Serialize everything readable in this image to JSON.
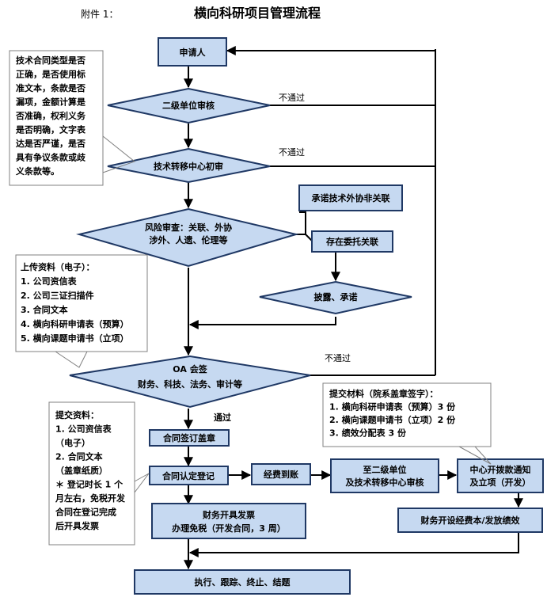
{
  "header": {
    "attachment_label": "附件 1：",
    "title": "横向科研项目管理流程"
  },
  "nodes": {
    "applicant": "申请人",
    "secondary_review": "二级单位审核",
    "transfer_initial": "技术转移中心初审",
    "risk_review_line1": "风险审查：关联、外协",
    "risk_review_line2": "涉外、人遗、伦理等",
    "promise_non_related": "承诺技术外协非关联",
    "has_related": "存在委托关联",
    "disclose_promise": "披露、承诺",
    "oa_line1": "OA 会签",
    "oa_line2": "财务、科技、法务、审计等",
    "contract_sign": "合同签订盖章",
    "contract_register": "合同认定登记",
    "funds_arrive": "经费到账",
    "to_secondary_line1": "至二级单位",
    "to_secondary_line2": "及技术转移中心审核",
    "center_notice_line1": "中心开拨款通知",
    "center_notice_line2": "及立项（开发）",
    "invoice_line1": "财务开具发票",
    "invoice_line2": "办理免税（开发合同，3 周）",
    "finance_open": "财务开设经费本/发放绩效",
    "execute": "执行、跟踪、终止、结题"
  },
  "edge_labels": {
    "reject1": "不通过",
    "reject2": "不通过",
    "reject3": "不通过",
    "pass": "通过"
  },
  "notes": {
    "contract_check": [
      "技术合同类型是否",
      "正确，是否使用标",
      "准文本，条款是否",
      "漏项，金额计算是",
      "否准确，权利义务",
      "是否明确，文字表",
      "达是否严谨，是否",
      "具有争议条款或歧",
      "义条款等。"
    ],
    "upload": [
      "上传资料（电子）：",
      "1. 公司资信表",
      "2. 公司三证扫描件",
      "3. 合同文本",
      "4. 横向科研申请表（预算）",
      "5. 横向课题申请书（立项）"
    ],
    "submit_left": [
      "提交资料：",
      "1. 公司资信表",
      "（电子）",
      "2. 合同文本",
      "（盖章纸质）",
      "＊ 登记时长 1 个",
      "月左右，免税开发",
      "合同在登记完成",
      "后开具发票"
    ],
    "submit_right": [
      "提交材料（院系盖章签字）：",
      "1. 横向科研申请表（预算）3 份",
      "2. 横向课题申请书（立项）2 份",
      "3. 绩效分配表 3 份"
    ]
  }
}
